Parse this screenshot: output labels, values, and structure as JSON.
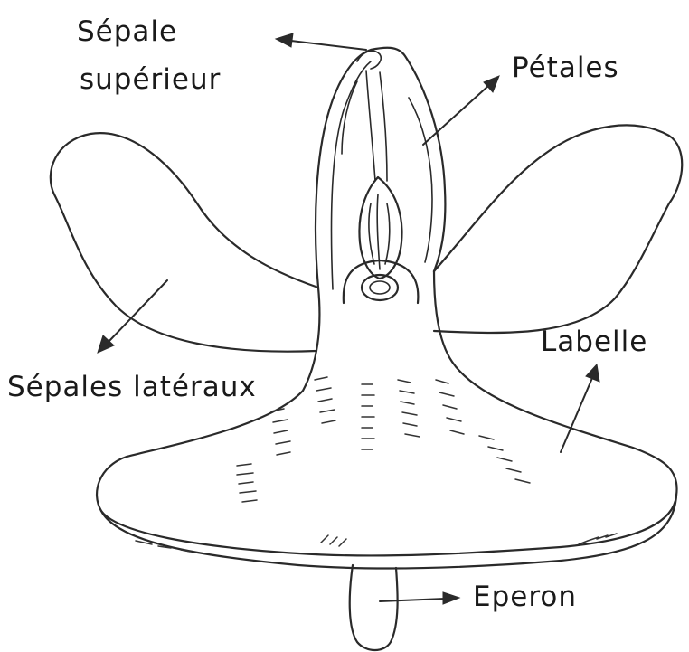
{
  "labels": {
    "sepale_superieur_line1": "Sépale",
    "sepale_superieur_line2": "supérieur",
    "petales": "Pétales",
    "sepales_lateraux": "Sépales latéraux",
    "labelle": "Labelle",
    "eperon": "Eperon"
  }
}
